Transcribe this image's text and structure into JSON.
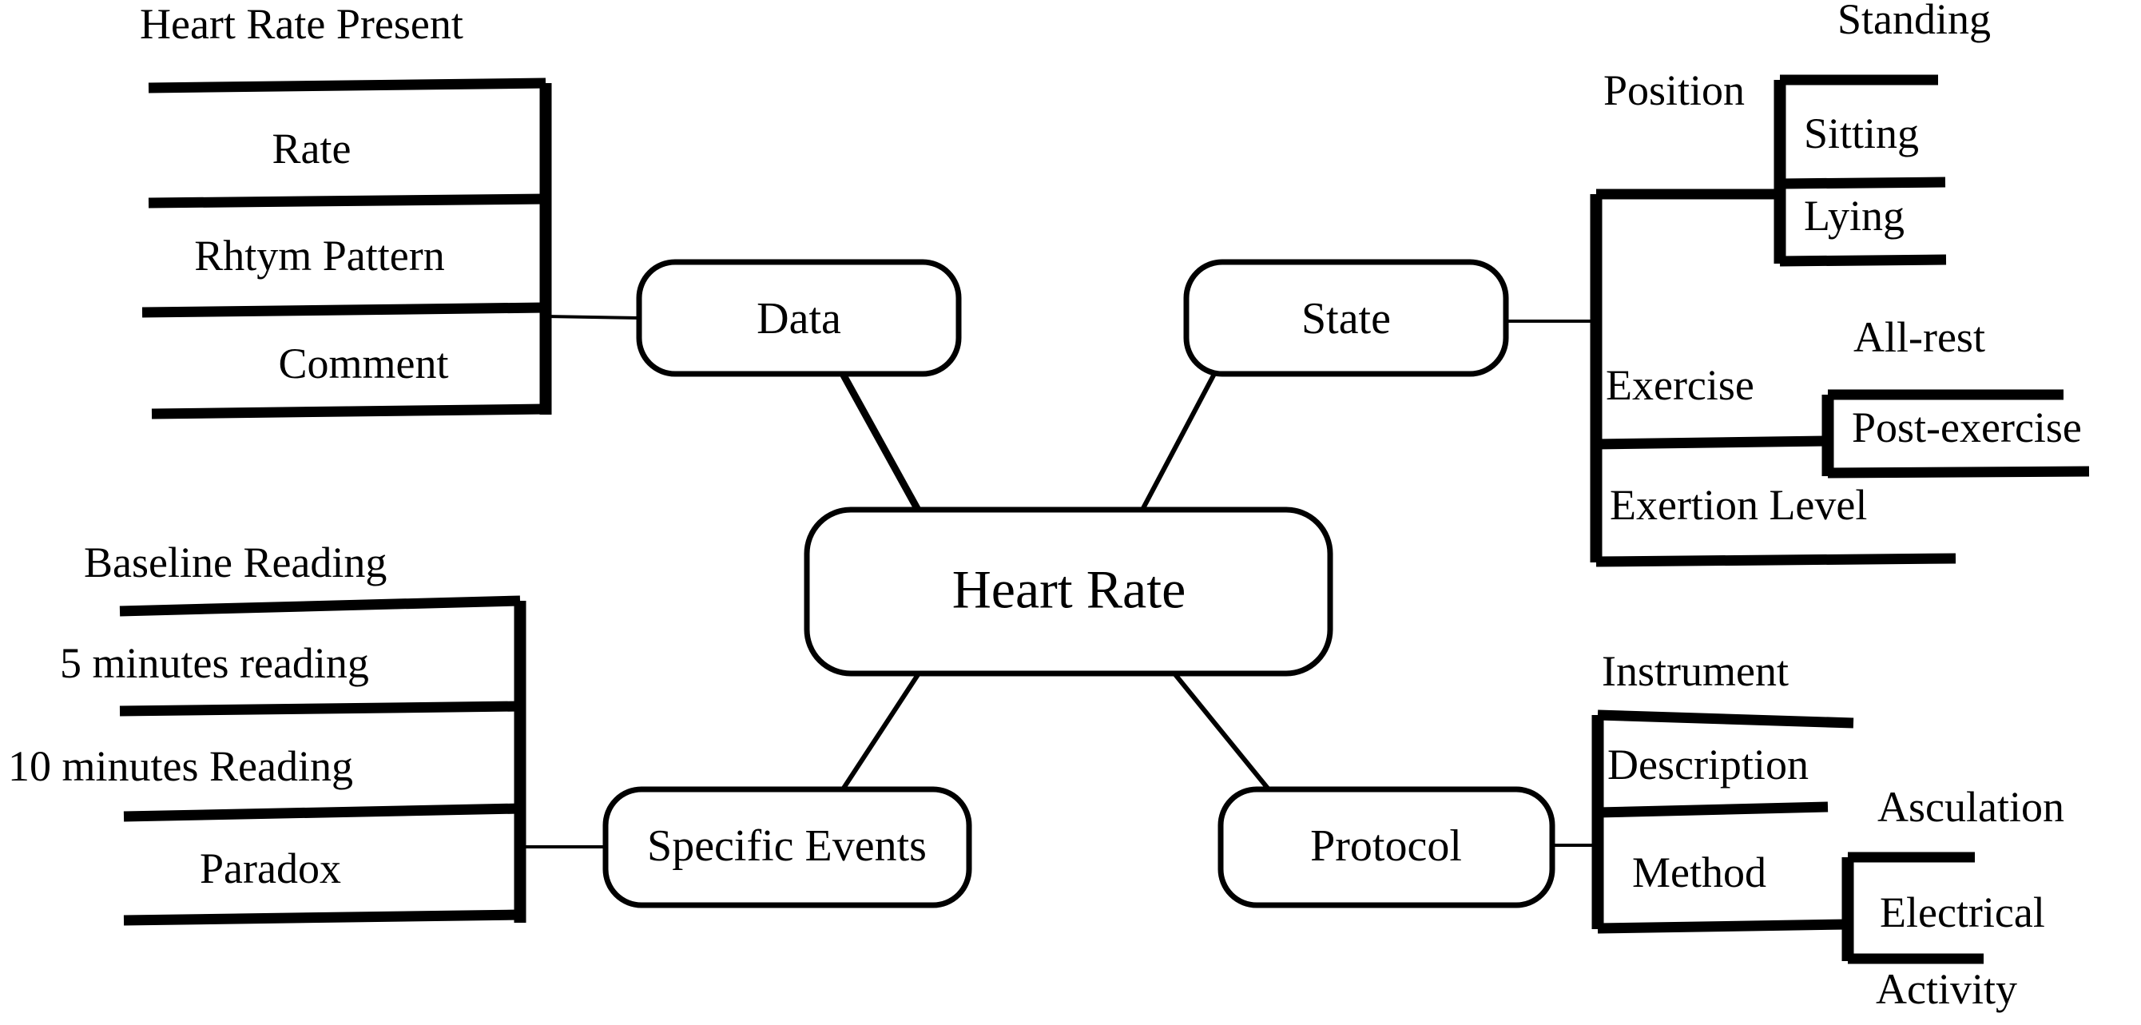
{
  "diagram": {
    "title": "Heart Rate",
    "type": "mind-map",
    "background_color": "#ffffff",
    "line_color": "#000000",
    "text_color": "#000000"
  },
  "center": {
    "label": "Heart Rate"
  },
  "branches": [
    {
      "id": "data",
      "label": "Data",
      "position": "top-left",
      "header": "Heart Rate Present",
      "items": [
        {
          "label": "Rate"
        },
        {
          "label": "Rhtym Pattern"
        },
        {
          "label": "Comment"
        }
      ]
    },
    {
      "id": "state",
      "label": "State",
      "position": "top-right",
      "items": [
        {
          "label": "Position",
          "header": "Standing",
          "children": [
            {
              "label": "Sitting"
            },
            {
              "label": "Lying"
            }
          ]
        },
        {
          "label": "Exercise",
          "header": "All-rest",
          "children": [
            {
              "label": "Post-exercise"
            }
          ]
        },
        {
          "label": "Exertion Level",
          "children": []
        }
      ]
    },
    {
      "id": "specific-events",
      "label": "Specific Events",
      "position": "bottom-left",
      "header": "Baseline Reading",
      "items": [
        {
          "label": "5 minutes reading"
        },
        {
          "label": "10 minutes Reading"
        },
        {
          "label": "Paradox"
        }
      ]
    },
    {
      "id": "protocol",
      "label": "Protocol",
      "position": "bottom-right",
      "header": "Instrument",
      "items": [
        {
          "label": "Description"
        },
        {
          "label": "Method",
          "header": "Asculation",
          "children": [
            {
              "label": "Electrical"
            },
            {
              "label": "Activity"
            }
          ]
        }
      ]
    }
  ],
  "labels": {
    "heart_rate_present": "Heart Rate Present",
    "rate": "Rate",
    "rhtym_pattern": "Rhtym Pattern",
    "comment": "Comment",
    "data": "Data",
    "state": "State",
    "position": "Position",
    "standing": "Standing",
    "sitting": "Sitting",
    "lying": "Lying",
    "exercise": "Exercise",
    "all_rest": "All-rest",
    "post_exercise": "Post-exercise",
    "exertion_level": "Exertion Level",
    "heart_rate": "Heart Rate",
    "baseline_reading": "Baseline Reading",
    "five_minutes_reading": "5 minutes reading",
    "ten_minutes_reading": "10 minutes Reading",
    "paradox": "Paradox",
    "specific_events": "Specific Events",
    "protocol": "Protocol",
    "instrument": "Instrument",
    "description": "Description",
    "method": "Method",
    "asculation": "Asculation",
    "electrical": "Electrical",
    "activity": "Activity"
  }
}
